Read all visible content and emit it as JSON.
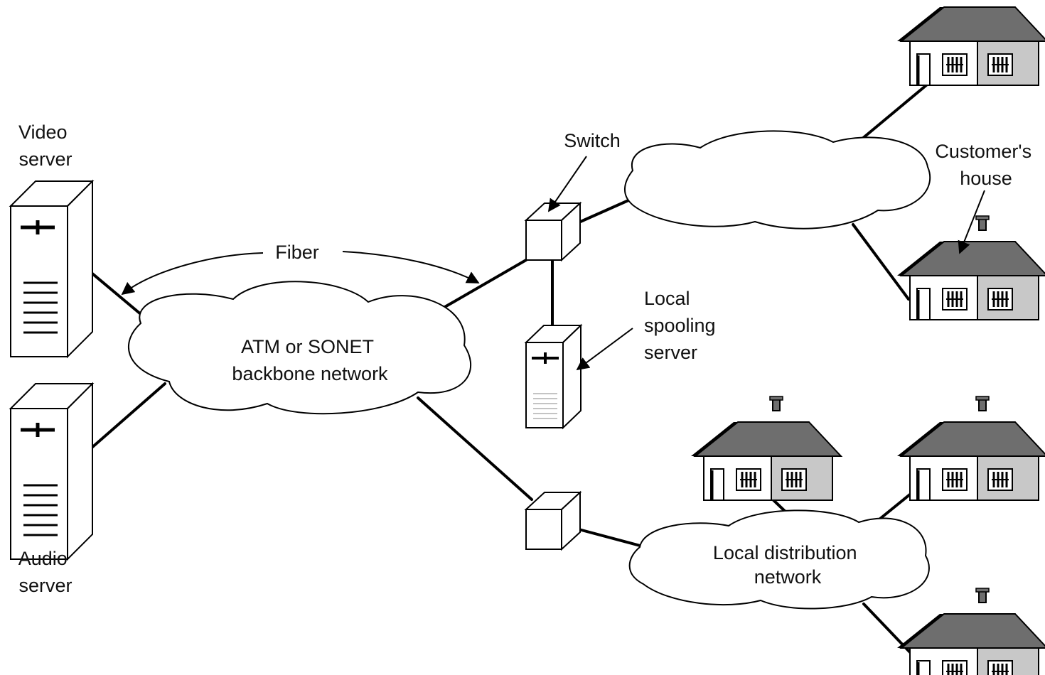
{
  "labels": {
    "video_server": [
      "Video",
      "server"
    ],
    "audio_server": [
      "Audio",
      "server"
    ],
    "fiber": "Fiber",
    "backbone": [
      "ATM or SONET",
      "backbone network"
    ],
    "switch": "Switch",
    "local_spooling_server": [
      "Local",
      "spooling",
      "server"
    ],
    "customers_house": [
      "Customer's",
      "house"
    ],
    "local_distribution": [
      "Local distribution",
      "network"
    ]
  },
  "colors": {
    "line": "#000000",
    "roof": "#6e6e6e",
    "house_right": "#c8c8c8",
    "fill": "#ffffff"
  }
}
